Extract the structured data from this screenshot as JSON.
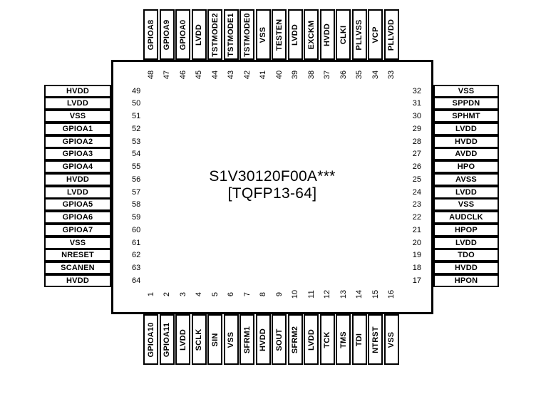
{
  "chip": {
    "part_number": "S1V30120F00A***",
    "package": "[TQFP13-64]"
  },
  "pins": {
    "top": [
      {
        "num": "48",
        "label": "GPIOA8"
      },
      {
        "num": "47",
        "label": "GPIOA9"
      },
      {
        "num": "46",
        "label": "GPIOA0"
      },
      {
        "num": "45",
        "label": "LVDD"
      },
      {
        "num": "44",
        "label": "TSTMODE2"
      },
      {
        "num": "43",
        "label": "TSTMODE1"
      },
      {
        "num": "42",
        "label": "TSTMODE0"
      },
      {
        "num": "41",
        "label": "VSS"
      },
      {
        "num": "40",
        "label": "TESTEN"
      },
      {
        "num": "39",
        "label": "LVDD"
      },
      {
        "num": "38",
        "label": "EXCKM"
      },
      {
        "num": "37",
        "label": "HVDD"
      },
      {
        "num": "36",
        "label": "CLKI"
      },
      {
        "num": "35",
        "label": "PLLVSS"
      },
      {
        "num": "34",
        "label": "VCP"
      },
      {
        "num": "33",
        "label": "PLLVDD"
      }
    ],
    "left": [
      {
        "num": "49",
        "label": "HVDD"
      },
      {
        "num": "50",
        "label": "LVDD"
      },
      {
        "num": "51",
        "label": "VSS"
      },
      {
        "num": "52",
        "label": "GPIOA1"
      },
      {
        "num": "53",
        "label": "GPIOA2"
      },
      {
        "num": "54",
        "label": "GPIOA3"
      },
      {
        "num": "55",
        "label": "GPIOA4"
      },
      {
        "num": "56",
        "label": "HVDD"
      },
      {
        "num": "57",
        "label": "LVDD"
      },
      {
        "num": "58",
        "label": "GPIOA5"
      },
      {
        "num": "59",
        "label": "GPIOA6"
      },
      {
        "num": "60",
        "label": "GPIOA7"
      },
      {
        "num": "61",
        "label": "VSS"
      },
      {
        "num": "62",
        "label": "NRESET"
      },
      {
        "num": "63",
        "label": "SCANEN"
      },
      {
        "num": "64",
        "label": "HVDD"
      }
    ],
    "right": [
      {
        "num": "32",
        "label": "VSS"
      },
      {
        "num": "31",
        "label": "SPPDN"
      },
      {
        "num": "30",
        "label": "SPHMT"
      },
      {
        "num": "29",
        "label": "LVDD"
      },
      {
        "num": "28",
        "label": "HVDD"
      },
      {
        "num": "27",
        "label": "AVDD"
      },
      {
        "num": "26",
        "label": "HPO"
      },
      {
        "num": "25",
        "label": "AVSS"
      },
      {
        "num": "24",
        "label": "LVDD"
      },
      {
        "num": "23",
        "label": "VSS"
      },
      {
        "num": "22",
        "label": "AUDCLK"
      },
      {
        "num": "21",
        "label": "HPOP"
      },
      {
        "num": "20",
        "label": "LVDD"
      },
      {
        "num": "19",
        "label": "TDO"
      },
      {
        "num": "18",
        "label": "HVDD"
      },
      {
        "num": "17",
        "label": "HPON"
      }
    ],
    "bottom": [
      {
        "num": "1",
        "label": "GPIOA10"
      },
      {
        "num": "2",
        "label": "GPIOA11"
      },
      {
        "num": "3",
        "label": "LVDD"
      },
      {
        "num": "4",
        "label": "SCLK"
      },
      {
        "num": "5",
        "label": "SIN"
      },
      {
        "num": "6",
        "label": "VSS"
      },
      {
        "num": "7",
        "label": "SFRM1"
      },
      {
        "num": "8",
        "label": "HVDD"
      },
      {
        "num": "9",
        "label": "SOUT"
      },
      {
        "num": "10",
        "label": "SFRM2"
      },
      {
        "num": "11",
        "label": "LVDD"
      },
      {
        "num": "12",
        "label": "TCK"
      },
      {
        "num": "13",
        "label": "TMS"
      },
      {
        "num": "14",
        "label": "TDI"
      },
      {
        "num": "15",
        "label": "NTRST"
      },
      {
        "num": "16",
        "label": "VSS"
      }
    ]
  },
  "colors": {
    "ink": "#000000",
    "background": "#ffffff"
  }
}
